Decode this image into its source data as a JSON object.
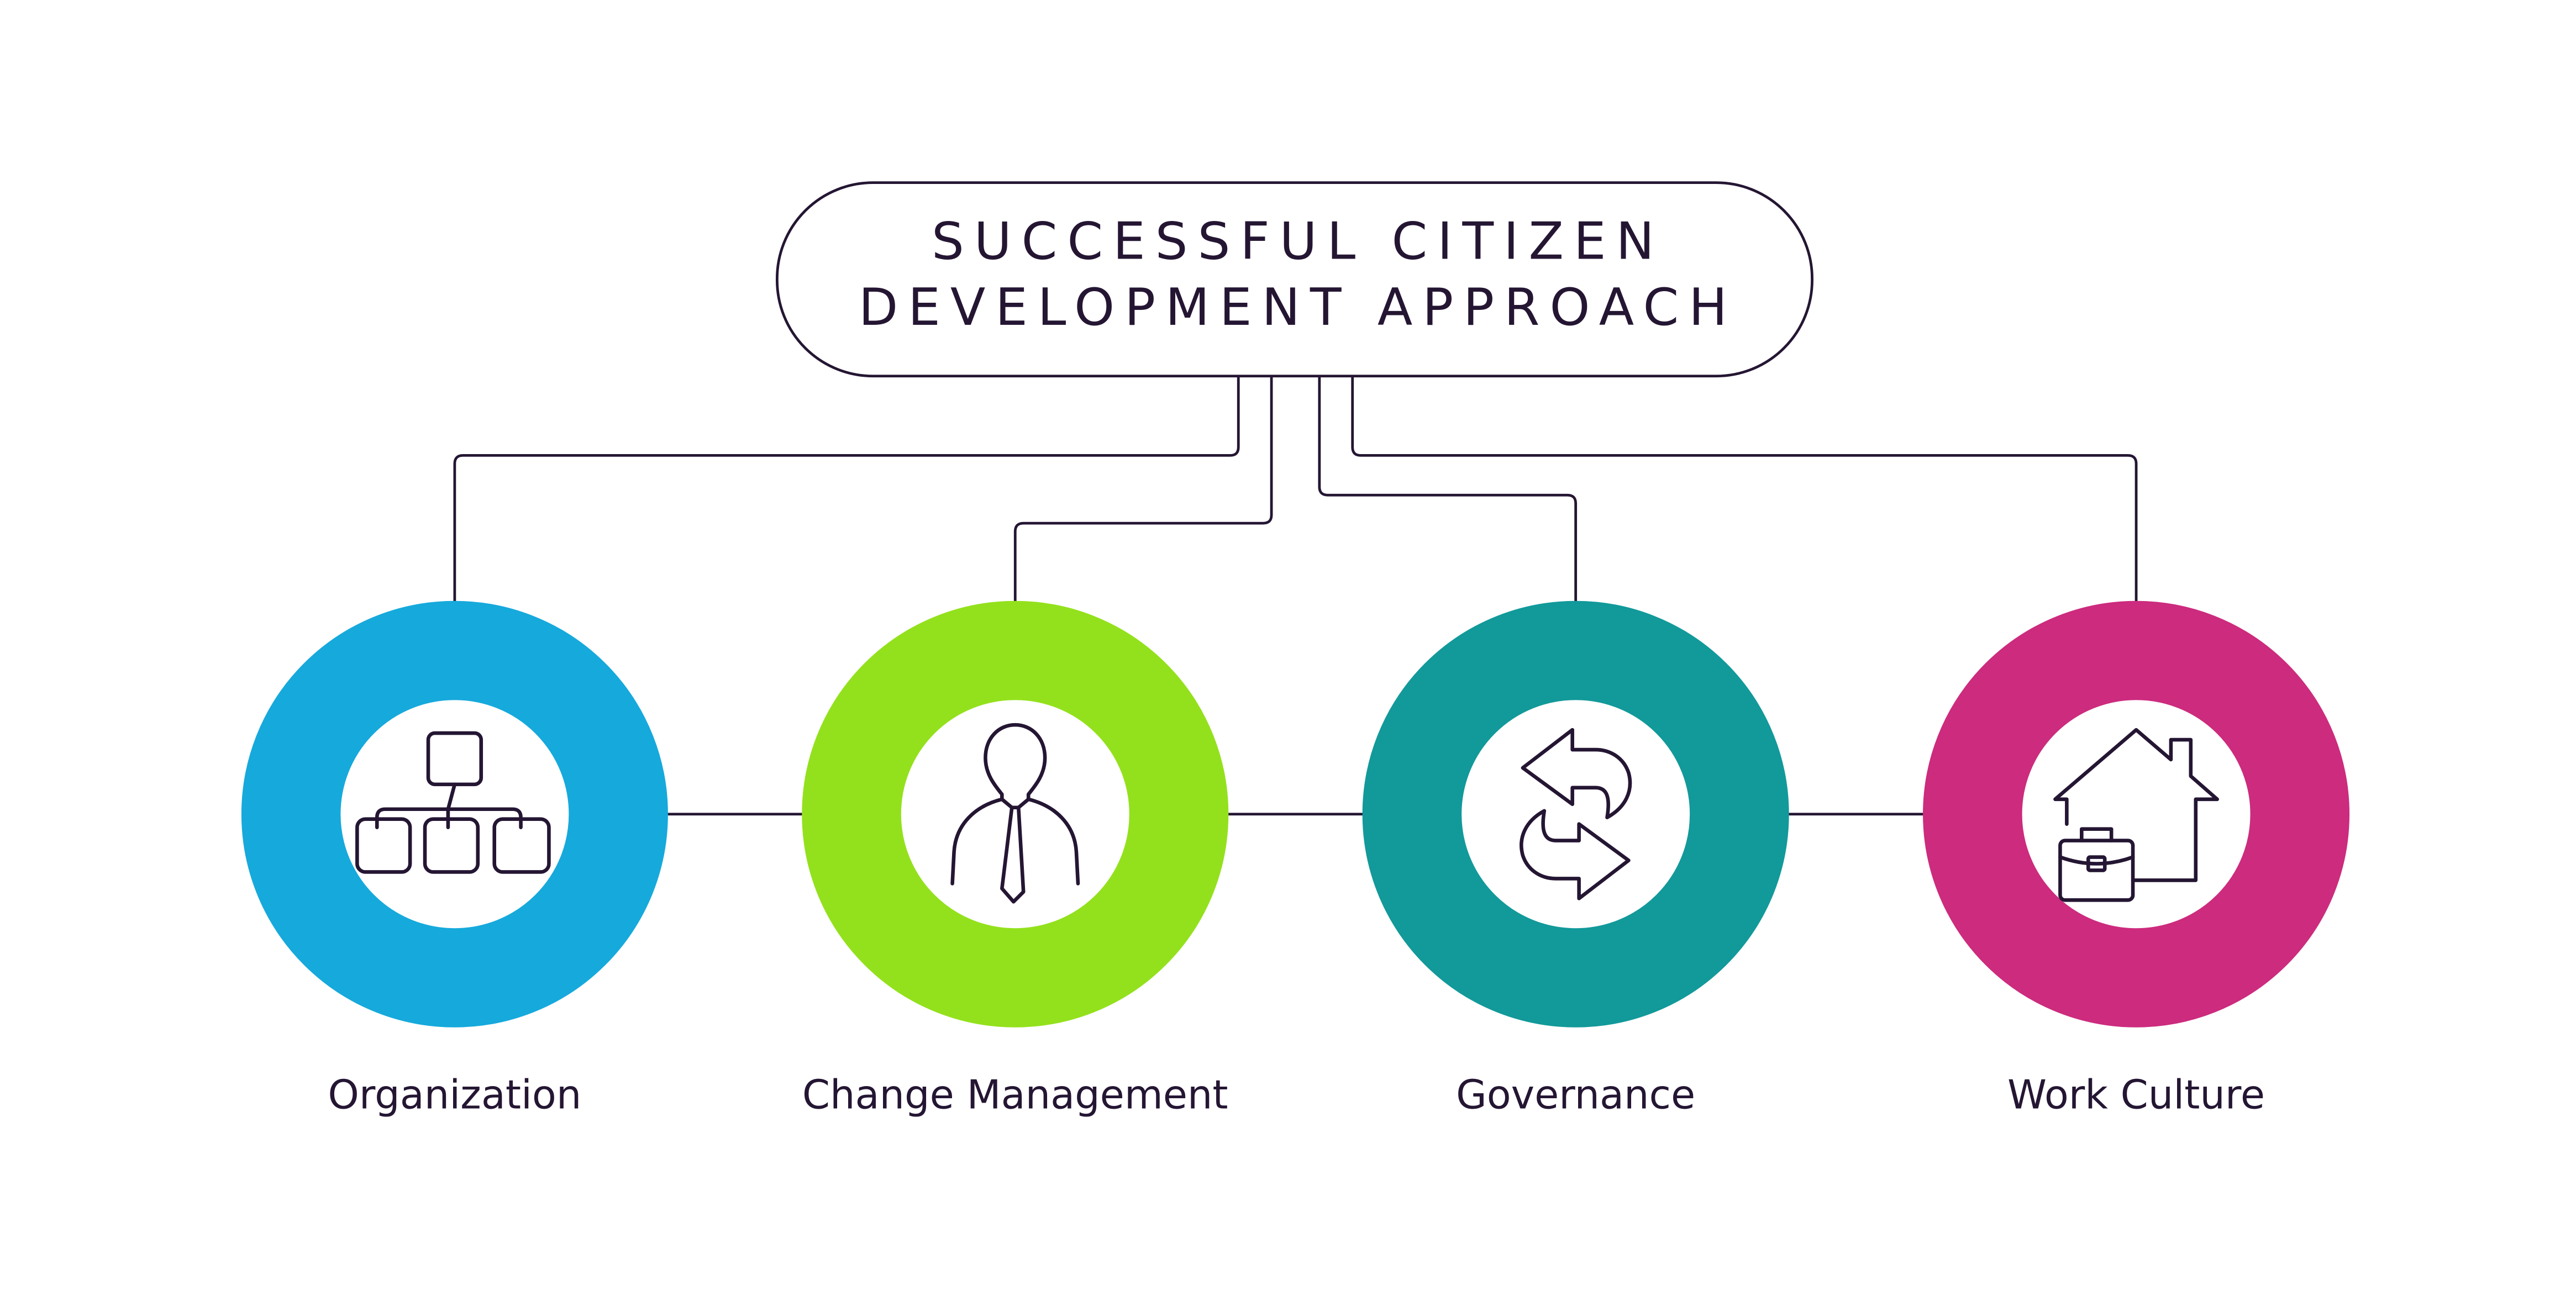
{
  "title": {
    "line1": "SUCCESSFUL CITIZEN",
    "line2": "DEVELOPMENT APPROACH"
  },
  "nodes": [
    {
      "label": "Organization",
      "color": "#16a9dc",
      "icon": "org-chart-icon"
    },
    {
      "label": "Change Management",
      "color": "#93e11c",
      "icon": "person-tie-icon"
    },
    {
      "label": "Governance",
      "color": "#12999a",
      "icon": "exchange-arrows-icon"
    },
    {
      "label": "Work Culture",
      "color": "#cc2b7e",
      "icon": "house-briefcase-icon"
    }
  ],
  "colors": {
    "line": "#241633",
    "background": "#ffffff"
  }
}
